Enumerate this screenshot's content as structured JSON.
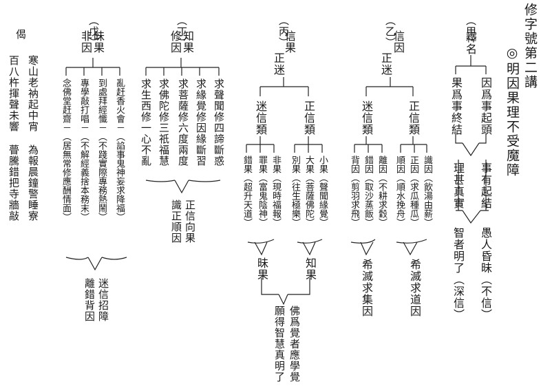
{
  "header": {
    "title": "修字號第二講",
    "subtitle": "◎明因果理不受魔障"
  },
  "section_labels": {
    "jia": "（甲）",
    "yi": "（乙）",
    "bing": "（丙）",
    "ding": "（丁）",
    "wu": "（戊）"
  },
  "jia": {
    "head": "釋名",
    "b1": "因爲事起頭",
    "b2": "果爲事終結",
    "b3": "事有起結",
    "b4": "理甚真實",
    "b5": "愚人昏昧（不信）",
    "b6": "智者明了（深信）"
  },
  "yi": {
    "head1": "信因",
    "head2": "正迷",
    "right_type": "正信類",
    "left_type": "迷信類",
    "c1": "識因（飲湯由薪）",
    "c2": "正因（求瓜種瓜）",
    "c3": "順因（順水挽舟）",
    "c4": "離因（不耕求穀）",
    "c5": "錯因（取沙蒸飯）",
    "c6": "背因（剪羽求飛）",
    "s1": "希滅求道因",
    "s2": "希滅求集因"
  },
  "bing": {
    "head1": "信果",
    "head2": "正迷",
    "right_type": "正信類",
    "left_type": "迷信類",
    "c1": "小果（聲聞緣覺）",
    "c2": "大果（菩薩佛陀）",
    "c3": "別果（往生極樂）",
    "c4": "非果（現時福報）",
    "c5": "罪果（富鬼陰神）",
    "c6": "錯果（超升天道）",
    "s1": "知果",
    "s2": "昧果",
    "final1": "佛爲覺者應學覺",
    "final2": "願得智慧真明了"
  },
  "ding": {
    "head1": "知果",
    "head2": "修因",
    "c1": "求聲聞修四諦斷惑",
    "c2": "求緣覺修因緣斷習",
    "c3": "求菩薩修六度兩度",
    "c4": "求佛陀修三祇福慧",
    "c5": "求生西修一心不亂",
    "s1": "正信向果",
    "s2": "識正順因"
  },
  "wu": {
    "head1": "昧果",
    "head2": "非因",
    "c1": "亂赶香火會－（諂事鬼神妄求降福）",
    "c2": "到處拜經懺－（不踐實際專務熱鬧）",
    "c3": "專學敲打唱－（不解經義捨本務末）",
    "c4": "念佛堂赶齋－（居無常修應酬情面）",
    "s1": "迷信招障",
    "s2": "離錯背因"
  },
  "poem": {
    "label": "偈",
    "l1": "寒山老衲起中宵",
    "l2": "為報晨鐘警睡寮",
    "l3": "百八杵揮聲未響",
    "l4": "瞢騰錯把寺牆敲"
  }
}
